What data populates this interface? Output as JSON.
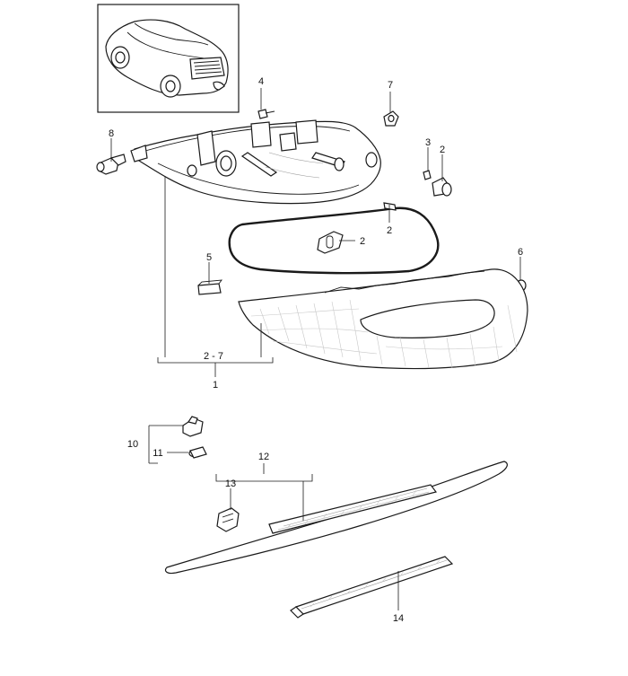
{
  "callouts": {
    "c1": "1",
    "c2_7": "2 - 7",
    "c2_screw": "2",
    "c2_gasket": "2",
    "c2_grommet": "2",
    "c3": "3",
    "c4": "4",
    "c5": "5",
    "c6": "6",
    "c7": "7",
    "c8": "8",
    "c10": "10",
    "c11": "11",
    "c12": "12",
    "c13": "13",
    "c14": "14"
  }
}
